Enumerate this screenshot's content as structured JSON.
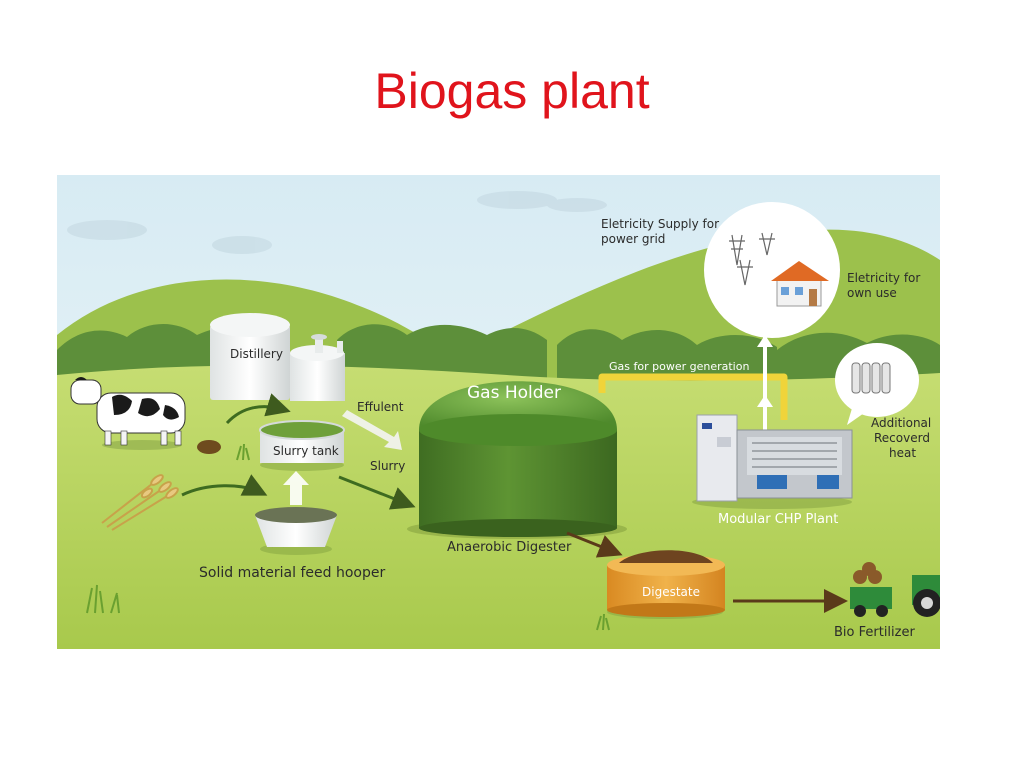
{
  "slide": {
    "title": "Biogas plant"
  },
  "labels": {
    "distillery": "Distillery",
    "effluent": "Effulent",
    "slurry_tank": "Slurry tank",
    "slurry": "Slurry",
    "feed_hooper": "Solid material feed hooper",
    "gas_holder": "Gas Holder",
    "anaerobic_digester": "Anaerobic Digester",
    "gas_for_power": "Gas for power generation",
    "supply_grid_line1": "Eletricity Supply for",
    "supply_grid_line2": "power grid",
    "own_use_line1": "Eletricity for",
    "own_use_line2": "own use",
    "recovered_line1": "Additional",
    "recovered_line2": "Recoverd",
    "recovered_line3": "heat",
    "chp_plant": "Modular CHP Plant",
    "digestate": "Digestate",
    "bio_fertilizer": "Bio Fertilizer"
  },
  "colors": {
    "title": "#e0141c",
    "sky": "#e3f1f6",
    "grass": "#b4d25a",
    "gas_holder": "#6ea63c",
    "digester": "#4d7f2c",
    "gas_pipe": "#f0d43a",
    "digestate": "#e8a33a",
    "flow_arrow": "#3e6b20"
  }
}
